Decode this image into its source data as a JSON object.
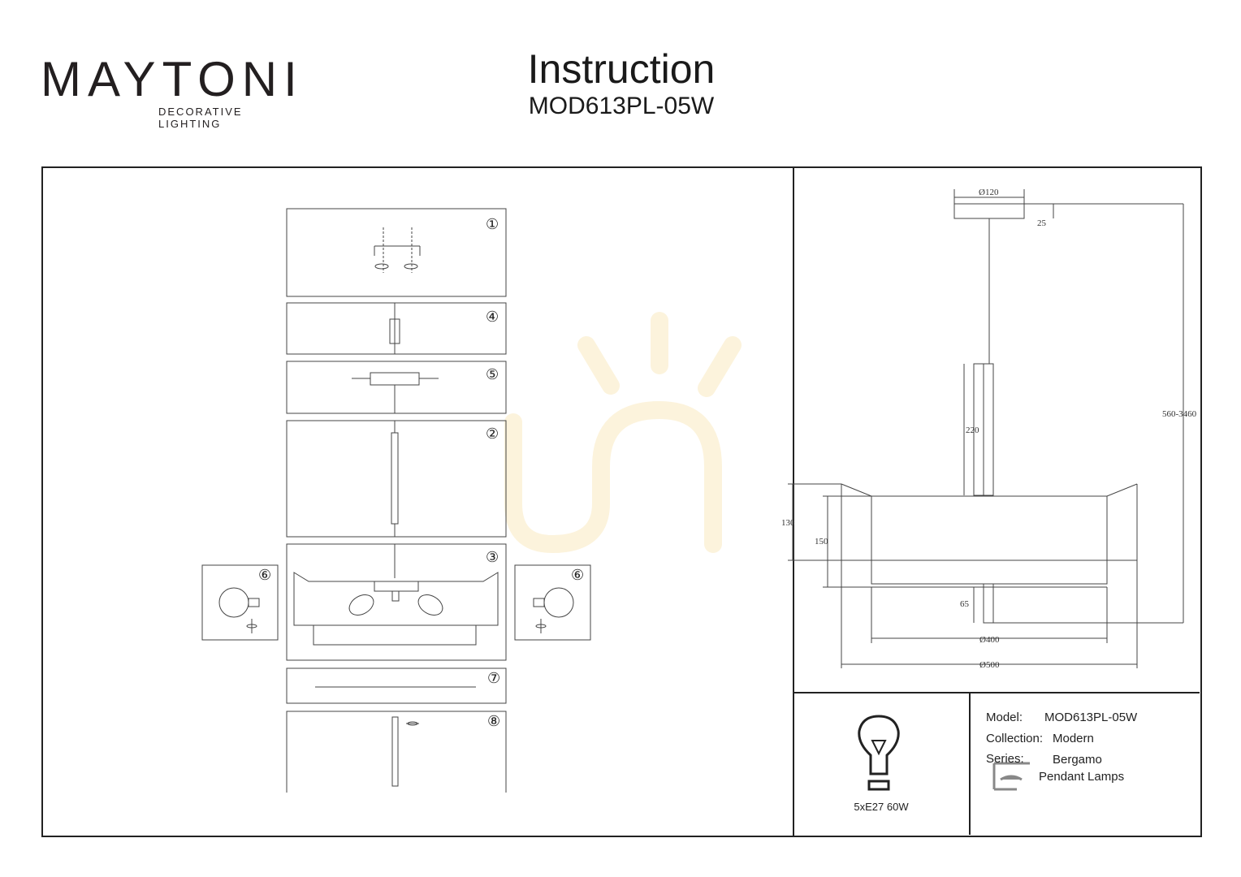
{
  "brand": {
    "name": "MAYTONI",
    "tagline": "DECORATIVE LIGHTING",
    "accent_color": "#6b1b4a"
  },
  "header": {
    "title": "Instruction",
    "model": "MOD613PL-05W"
  },
  "steps": [
    {
      "number": "①"
    },
    {
      "number": "④"
    },
    {
      "number": "⑤"
    },
    {
      "number": "②"
    },
    {
      "number": "③"
    },
    {
      "number": "⑥"
    },
    {
      "number": "⑥"
    },
    {
      "number": "⑦"
    },
    {
      "number": "⑧"
    }
  ],
  "dimensions": {
    "canopy_diameter": "Ø120",
    "canopy_height": "25",
    "total_height": "560-3460",
    "rod_length": "220",
    "shade_height_outer": "130",
    "shade_height_inner": "150",
    "bottom_offset": "65",
    "inner_diameter": "Ø400",
    "outer_diameter": "Ø500"
  },
  "specs": {
    "model_label": "Model:",
    "model_value": "MOD613PL-05W",
    "collection_label": "Collection:",
    "collection_value": "Modern",
    "series_label": "Series:",
    "series_value": "Bergamo",
    "type_value": "Pendant Lamps",
    "power": "5xE27 60W"
  },
  "icons": [
    "bulb-icon",
    "pendant-lamp-icon",
    "watermark-logo-icon"
  ]
}
